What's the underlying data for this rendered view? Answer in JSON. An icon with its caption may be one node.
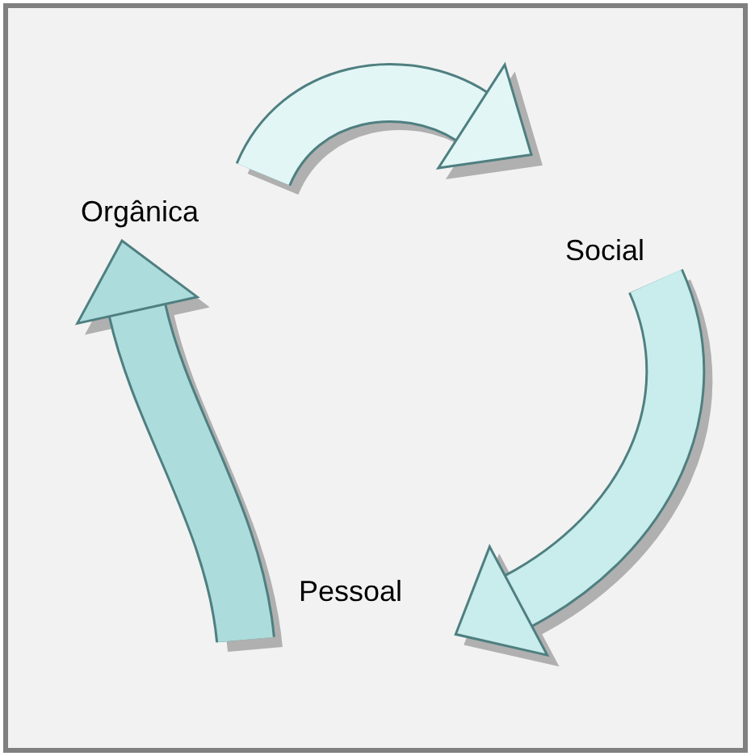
{
  "diagram": {
    "nodes": [
      {
        "text": [
          "Orgânica"
        ]
      },
      {
        "text": [
          "Social"
        ]
      },
      {
        "text": [
          "Pessoal"
        ]
      }
    ],
    "edges": [
      {
        "from": 0,
        "to": 1,
        "arrow": "to"
      },
      {
        "from": 1,
        "to": 2,
        "arrow": "to"
      },
      {
        "from": 2,
        "to": 0,
        "arrow": "to"
      }
    ]
  }
}
